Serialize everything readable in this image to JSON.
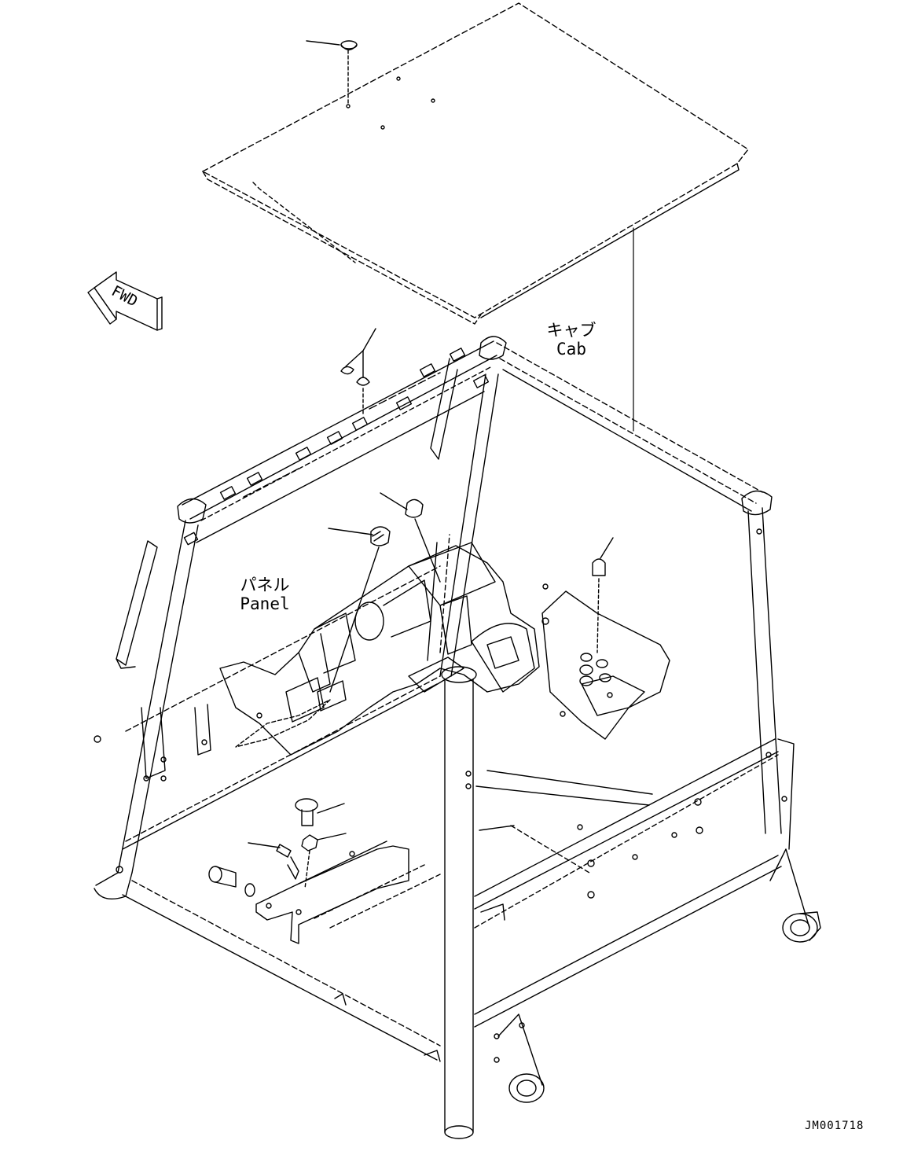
{
  "labels": {
    "cab_jp": "キャブ",
    "cab_en": "Cab",
    "panel_jp": "パネル",
    "panel_en": "Panel",
    "fwd": "FWD"
  },
  "doc_id": "JM001718"
}
